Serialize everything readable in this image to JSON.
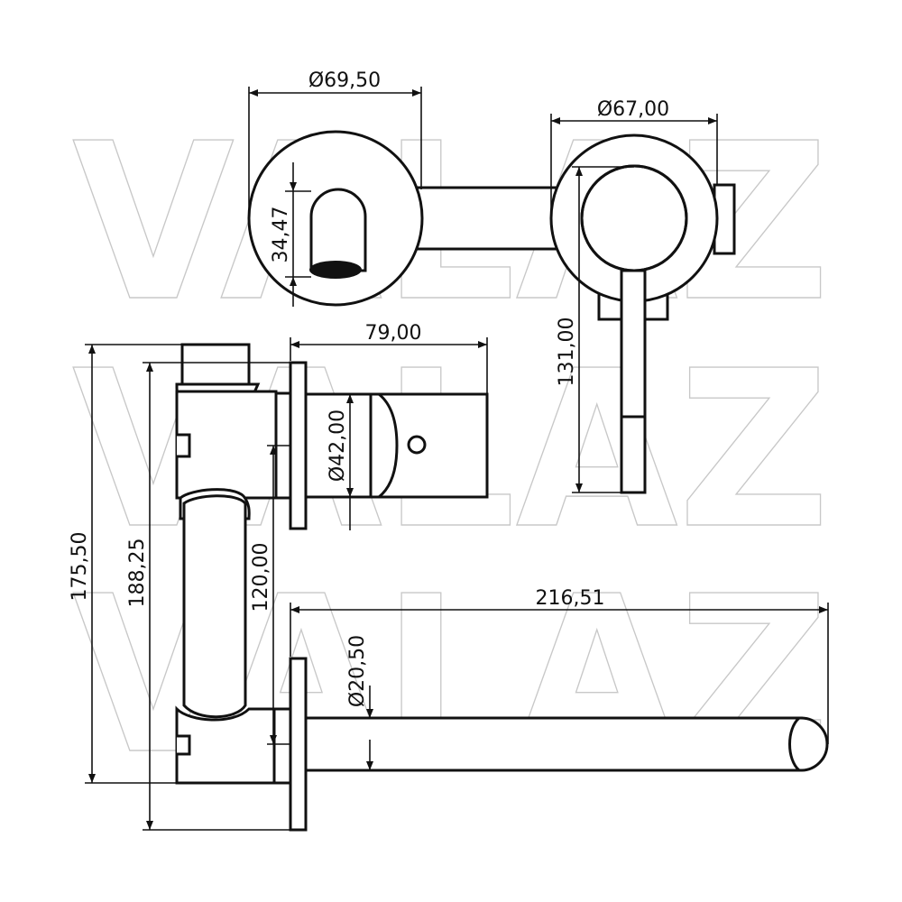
{
  "watermark": {
    "text": "VALAZ"
  },
  "dimensions": {
    "cover_plate_diameter": "Ø69,50",
    "spout_outlet_height": "34,47",
    "handle_plate_diameter": "Ø67,00",
    "handle_lever_length": "131,00",
    "body_depth": "79,00",
    "cartridge_diameter": "Ø42,00",
    "overall_height_outer": "175,50",
    "overall_height_inner": "188,25",
    "centre_distance": "120,00",
    "spout_length": "216,51",
    "spout_diameter": "Ø20,50"
  }
}
